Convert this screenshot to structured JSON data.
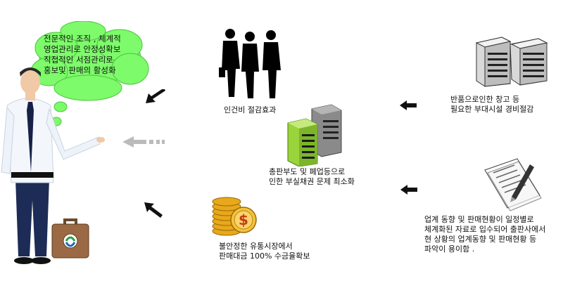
{
  "bubble": {
    "lines": [
      "전문적인 조직 , 체계적",
      "영업관리로 안정성확보",
      "직접적인 서점관리로",
      "홍보및 판매의 활성화"
    ]
  },
  "items": {
    "labor": {
      "lines": [
        "인건비 절감효과"
      ]
    },
    "returns": {
      "lines": [
        "반품으로인한 창고 등",
        "필요한 부대시설 경비절감"
      ]
    },
    "bad_debt": {
      "lines": [
        "총판부도 및 폐업등으로",
        "인한 부실채권 문제 최소화"
      ]
    },
    "trend": {
      "lines": [
        "업계 동향 및 판매현황이 일정별로",
        "체계화된 자료로 입수되어 출판사에서",
        "현 상황의 업계동향 및 판매현황 등",
        "파악이 용이함 ."
      ]
    },
    "cash": {
      "lines": [
        "불안정한 유통시장에서",
        "판매대금 100% 수금율확보"
      ]
    }
  },
  "colors": {
    "bubble_fill": "#7dfb6a",
    "arrow": "#111111",
    "arrow_gray": "#bbbbbb",
    "coin": "#e8a81c",
    "building_green": "#9ad43a",
    "suit": "#1d2c56"
  },
  "icons": [
    "businessman-icon",
    "thought-bubble-icon",
    "briefcase-icon",
    "business-group-icon",
    "server-icon",
    "office-buildings-icon",
    "document-pen-icon",
    "coins-icon",
    "arrow-icon"
  ]
}
